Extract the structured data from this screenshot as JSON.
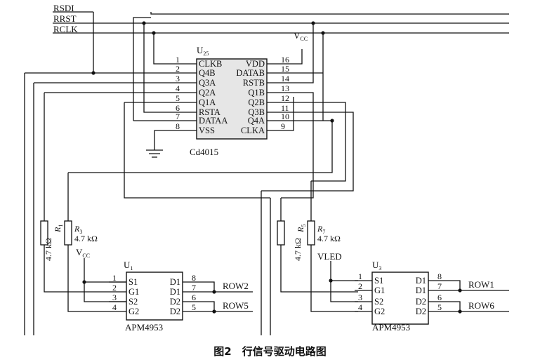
{
  "nets": {
    "rsdi": "RSDI",
    "rrst": "RRST",
    "rclk": "RCLK",
    "vcc": "V",
    "vcc_sub": "CC",
    "vled": "VLED",
    "row1": "ROW1",
    "row2": "ROW2",
    "row5": "ROW5",
    "row6": "ROW6"
  },
  "counter": {
    "ref": "U",
    "ref_sub": "25",
    "part": "Cd4015",
    "left_pins": [
      {
        "num": "1",
        "name": "CLKB"
      },
      {
        "num": "2",
        "name": "Q4B"
      },
      {
        "num": "3",
        "name": "Q3A"
      },
      {
        "num": "4",
        "name": "Q2A"
      },
      {
        "num": "5",
        "name": "Q1A"
      },
      {
        "num": "6",
        "name": "RSTA"
      },
      {
        "num": "7",
        "name": "DATAA"
      },
      {
        "num": "8",
        "name": "VSS"
      }
    ],
    "right_pins": [
      {
        "num": "16",
        "name": "VDD"
      },
      {
        "num": "15",
        "name": "DATAB"
      },
      {
        "num": "14",
        "name": "RSTB"
      },
      {
        "num": "13",
        "name": "Q1B"
      },
      {
        "num": "12",
        "name": "Q2B"
      },
      {
        "num": "11",
        "name": "Q3B"
      },
      {
        "num": "10",
        "name": "Q4A"
      },
      {
        "num": "9",
        "name": "CLKA"
      }
    ]
  },
  "resistors": [
    {
      "ref": "R",
      "sub": "1",
      "value": "4.7 kΩ"
    },
    {
      "ref": "R",
      "sub": "3",
      "value": "4.7 kΩ"
    },
    {
      "ref": "R",
      "sub": "5",
      "value": "4.7 kΩ"
    },
    {
      "ref": "R",
      "sub": "7",
      "value": "4.7 kΩ"
    }
  ],
  "drivers": [
    {
      "ref": "U",
      "ref_sub": "1",
      "part": "APM4953",
      "left_pins": [
        {
          "num": "1",
          "name": "S1"
        },
        {
          "num": "2",
          "name": "G1"
        },
        {
          "num": "3",
          "name": "S2"
        },
        {
          "num": "4",
          "name": "G2"
        }
      ],
      "right_pins": [
        {
          "num": "8",
          "name": "D1"
        },
        {
          "num": "7",
          "name": "D1"
        },
        {
          "num": "6",
          "name": "D2"
        },
        {
          "num": "5",
          "name": "D2"
        }
      ]
    },
    {
      "ref": "U",
      "ref_sub": "3",
      "part": "APM4953",
      "left_pins": [
        {
          "num": "1",
          "name": "S1"
        },
        {
          "num": "2",
          "name": "G1"
        },
        {
          "num": "3",
          "name": "S2"
        },
        {
          "num": "4",
          "name": "G2"
        }
      ],
      "right_pins": [
        {
          "num": "8",
          "name": "D1"
        },
        {
          "num": "7",
          "name": "D1"
        },
        {
          "num": "6",
          "name": "D2"
        },
        {
          "num": "5",
          "name": "D2"
        }
      ]
    }
  ],
  "caption": "图2　行信号驱动电路图"
}
